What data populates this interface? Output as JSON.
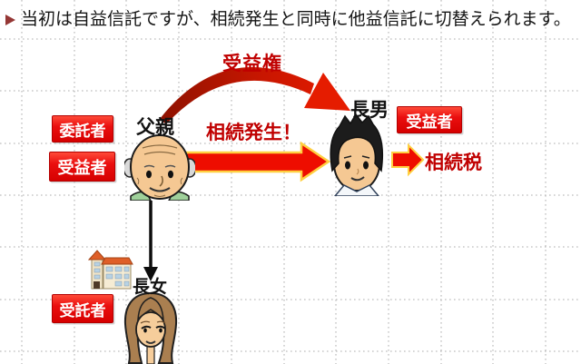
{
  "title": {
    "bullet_icon": "arrow-bullet",
    "text": "当初は自益信託ですが、相続発生と同時に他益信託に切替えられます。"
  },
  "labels": {
    "beneficiary_right": "受益権",
    "inheritance_event": "相続発生！",
    "inheritance_tax": "相続税"
  },
  "people": {
    "father": {
      "name": "父親",
      "roles": [
        "委託者",
        "受益者"
      ]
    },
    "eldest_son": {
      "name": "長男",
      "role": "受益者"
    },
    "eldest_daughter": {
      "name": "長女",
      "role": "受託者"
    }
  },
  "icons": {
    "building": "apartment-building-icon",
    "father_avatar": "elderly-man-face",
    "son_avatar": "young-man-face",
    "daughter_avatar": "woman-face"
  },
  "colors": {
    "role_box_red": "#e60f0f",
    "red_text": "#c00000",
    "arrow_red": "#ee0d00",
    "arrow_outline_yellow": "#ffcf40",
    "curved_arrow_dark_red": "#8f1200",
    "bullet_maroon": "#953735",
    "grid_gray": "#adadad"
  }
}
